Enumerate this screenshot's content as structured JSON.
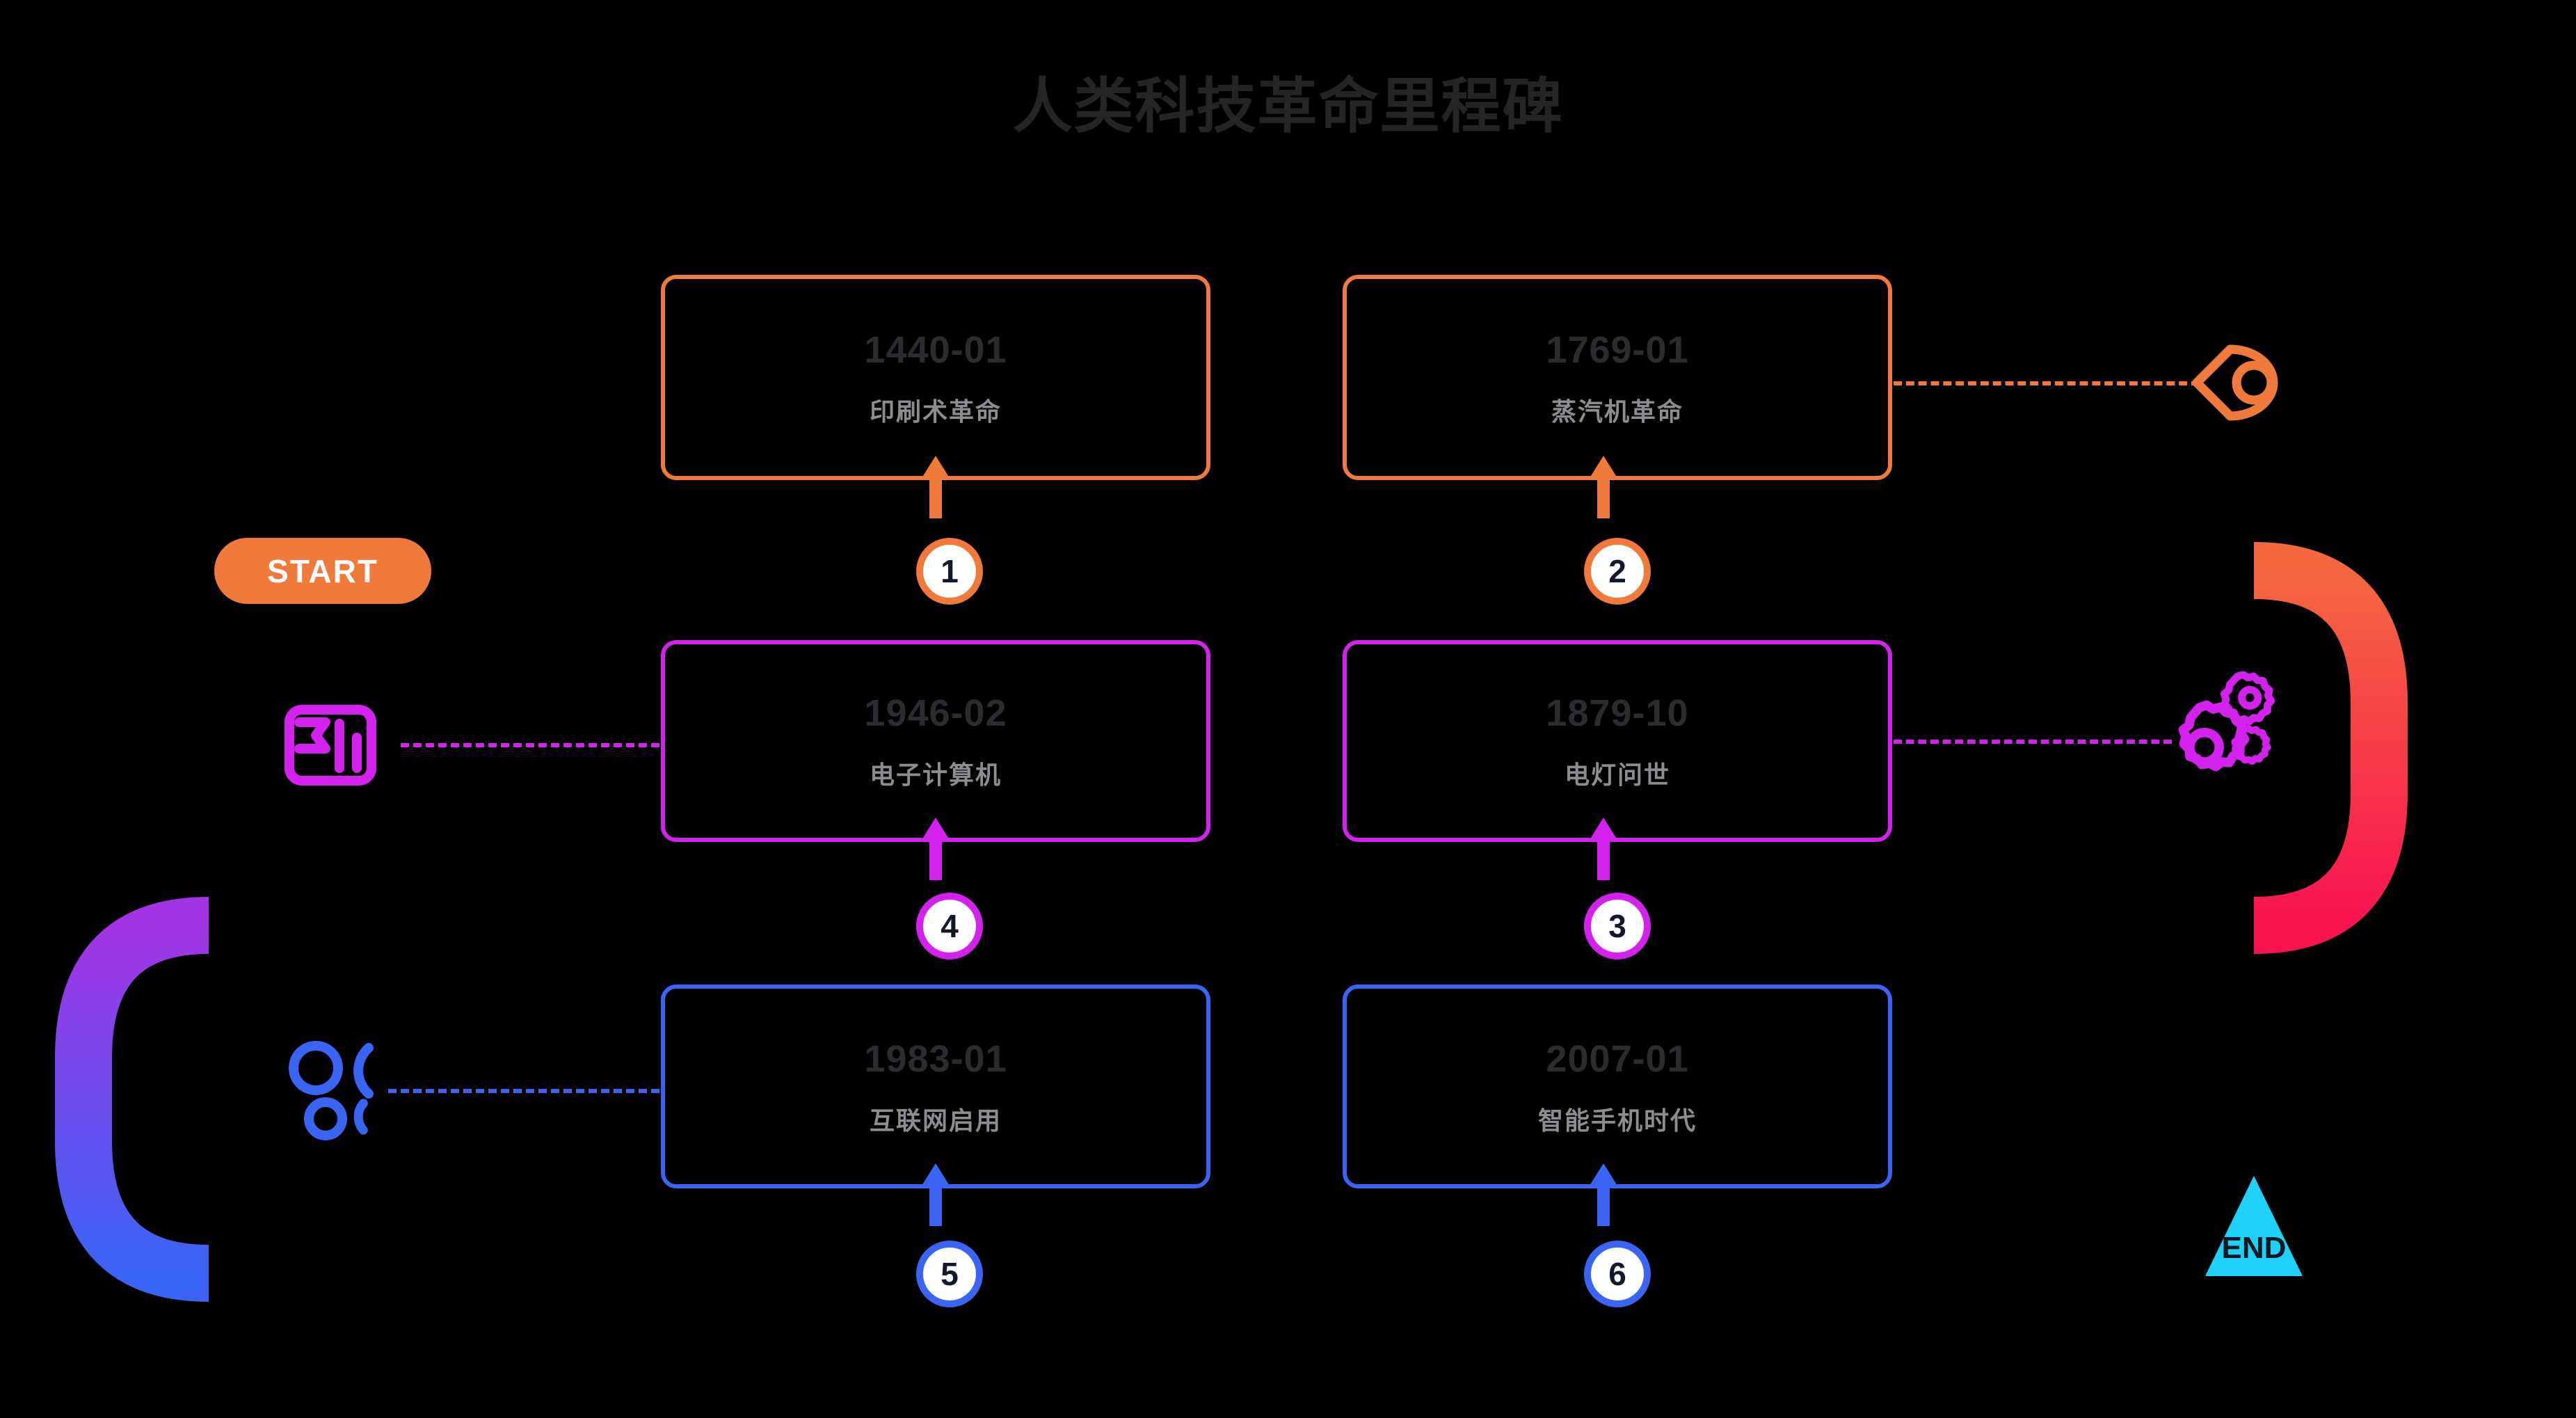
{
  "title": "人类科技革命里程碑",
  "badges": {
    "start_label": "START",
    "end_label": "END"
  },
  "colors": {
    "background": "#000000",
    "title": "#222426",
    "card_date": "#2a2c2f",
    "card_label": "#8b8d90",
    "orange": "#f07a3c",
    "red": "#fa1351",
    "magenta": "#d322ee",
    "purple": "#8b3cea",
    "blue": "#3a64f5",
    "cyan": "#1ed2f7",
    "node_number": "#14182b",
    "node_fill": "#ffffff",
    "end_text": "#131722",
    "start_text": "#ffffff"
  },
  "milestones": [
    {
      "number": "1",
      "date": "1440-01",
      "label": "印刷术革命",
      "accent": "#f07a3c",
      "row": "top"
    },
    {
      "number": "2",
      "date": "1769-01",
      "label": "蒸汽机革命",
      "accent": "#f07a3c",
      "row": "top"
    },
    {
      "number": "3",
      "date": "1879-10",
      "label": "电灯问世",
      "accent": "#d322ee",
      "row": "middle"
    },
    {
      "number": "4",
      "date": "1946-02",
      "label": "电子计算机",
      "accent": "#d322ee",
      "row": "middle"
    },
    {
      "number": "5",
      "date": "1983-01",
      "label": "互联网启用",
      "accent": "#3a64f5",
      "row": "bottom"
    },
    {
      "number": "6",
      "date": "2007-01",
      "label": "智能手机时代",
      "accent": "#3a64f5",
      "row": "bottom"
    }
  ],
  "side_icons": [
    {
      "name": "map-pin-icon",
      "color": "#f07a3c",
      "side": "right"
    },
    {
      "name": "gears-icon",
      "color": "#d322ee",
      "side": "right"
    },
    {
      "name": "poll-chart-icon",
      "color": "#d322ee",
      "side": "left"
    },
    {
      "name": "node-graph-icon",
      "color": "#3a64f5",
      "side": "left"
    }
  ],
  "chart_data": {
    "type": "table",
    "title": "人类科技革命里程碑",
    "categories": [
      "1",
      "2",
      "3",
      "4",
      "5",
      "6"
    ],
    "rows": [
      {
        "step": "1",
        "date": "1440-01",
        "event": "印刷术革命"
      },
      {
        "step": "2",
        "date": "1769-01",
        "event": "蒸汽机革命"
      },
      {
        "step": "3",
        "date": "1879-10",
        "event": "电灯问世"
      },
      {
        "step": "4",
        "date": "1946-02",
        "event": "电子计算机"
      },
      {
        "step": "5",
        "date": "1983-01",
        "event": "互联网启用"
      },
      {
        "step": "6",
        "date": "2007-01",
        "event": "智能手机时代"
      }
    ],
    "legend": [
      "START",
      "END"
    ]
  }
}
